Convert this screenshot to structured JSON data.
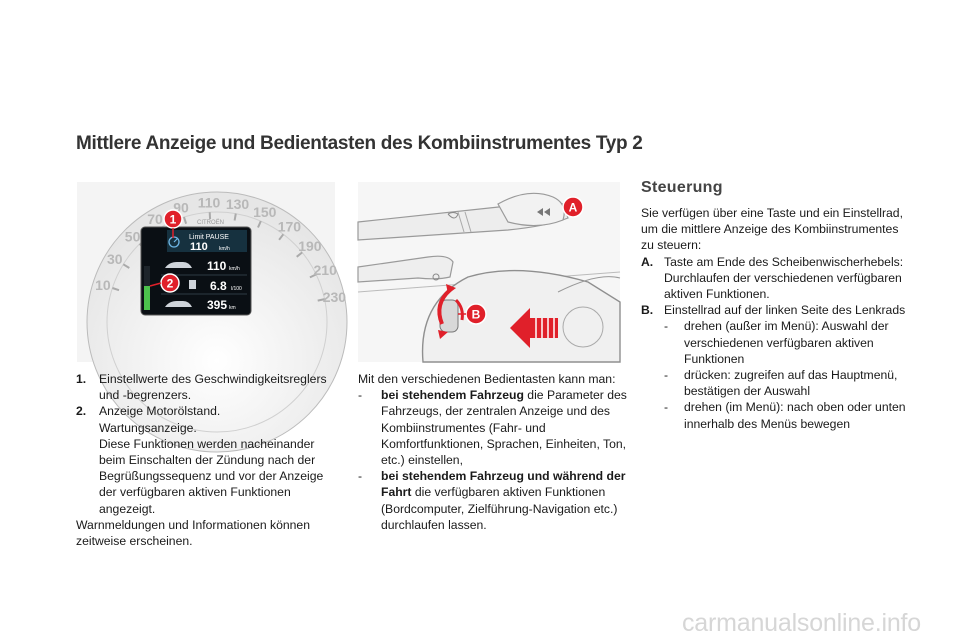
{
  "title": "Mittlere Anzeige und Bedientasten des Kombiinstrumentes Typ 2",
  "figure_cluster": {
    "speed_ticks": [
      "10",
      "30",
      "50",
      "70",
      "90",
      "110",
      "130",
      "150",
      "170",
      "190",
      "210",
      "230"
    ],
    "brand": "CITROËN",
    "limit_label": "Limit PAUSE",
    "limit_value": "110",
    "limit_unit": "km/h",
    "row1_value": "110",
    "row1_unit": "km/h",
    "row2_value": "6.8",
    "row2_unit": "l/100",
    "row3_value": "395",
    "row3_unit": "km",
    "callout_1": "1",
    "callout_2": "2"
  },
  "figure_controls": {
    "callout_a": "A",
    "callout_b": "B"
  },
  "col1": {
    "item1_num": "1.",
    "item1_text": "Einstellwerte des Geschwindigkeitsreglers und -begrenzers.",
    "item2_num": "2.",
    "item2_line1": "Anzeige Motorölstand.",
    "item2_line2": "Wartungsanzeige.",
    "item2_line3": "Diese Funktionen werden nacheinander beim Einschalten der Zündung nach der Begrüßungssequenz und vor der Anzeige der verfügbaren aktiven Funktionen angezeigt.",
    "footer": "Warnmeldungen und Informationen können zeitweise erscheinen."
  },
  "col2": {
    "intro": "Mit den verschiedenen Bedientasten kann man:",
    "dash": "-",
    "b1_bold": "bei stehendem Fahrzeug",
    "b1_text": " die Parameter des Fahrzeugs, der zentralen Anzeige und des Kombiinstrumentes (Fahr- und Komfortfunktionen, Sprachen, Einheiten, Ton, etc.) einstellen,",
    "b2_bold": "bei stehendem Fahrzeug und während der Fahrt",
    "b2_text": " die verfügbaren aktiven Funktionen (Bordcomputer, Zielführung-Navigation etc.) durchlaufen lassen."
  },
  "col3": {
    "heading": "Steuerung",
    "intro": "Sie verfügen über eine Taste und ein Einstellrad, um die mittlere Anzeige des Kombiinstrumentes zu steuern:",
    "a_label": "A.",
    "a_text": "Taste am Ende des Scheibenwischerhebels: Durchlaufen der verschiedenen verfügbaren aktiven Funktionen.",
    "b_label": "B.",
    "b_text": "Einstellrad auf der linken Seite des Lenkrads",
    "dash": "-",
    "s1": "drehen (außer im Menü): Auswahl der verschiedenen verfügbaren aktiven Funktionen",
    "s2": "drücken: zugreifen auf das Hauptmenü, bestätigen der Auswahl",
    "s3": "drehen (im Menü): nach oben oder unten innerhalb des Menüs bewegen"
  },
  "watermark": "carmanualsonline.info",
  "colors": {
    "callout": "#e0202a",
    "screen": "#0a0f14",
    "accent_blue": "#6fb7e6"
  }
}
